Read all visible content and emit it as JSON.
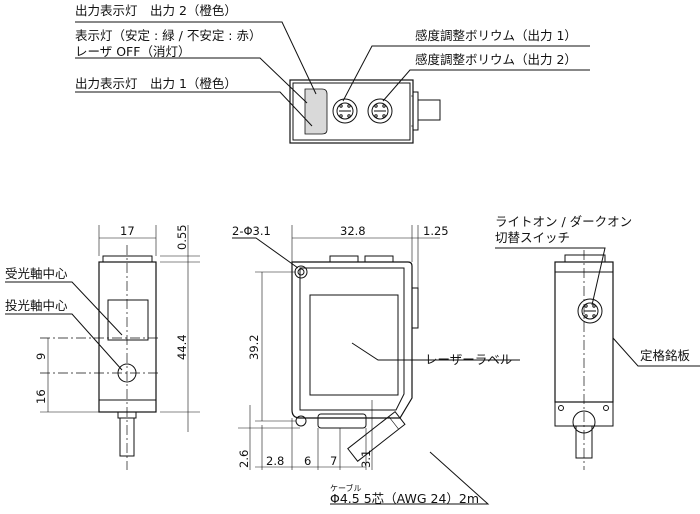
{
  "top_labels": {
    "output_indicator_2": "出力表示灯　出力 2（橙色）",
    "indicator_line1": "表示灯（安定 : 緑 / 不安定 : 赤）",
    "indicator_line2": "レーザ OFF（消灯）",
    "output_indicator_1": "出力表示灯　出力 1（橙色）",
    "sensitivity_1": "感度調整ボリウム（出力 1）",
    "sensitivity_2": "感度調整ボリウム（出力 2）"
  },
  "left_view": {
    "receiver_axis": "受光軸中心",
    "emitter_axis": "投光軸中心",
    "dim_width": "17",
    "dim_top": "0.55",
    "dim_height": "44.4",
    "dim_9": "9",
    "dim_16": "16"
  },
  "front_view": {
    "holes": "2-Φ3.1",
    "dim_width": "32.8",
    "dim_125": "1.25",
    "dim_392": "39.2",
    "laser_label": "レーザーラベル",
    "dim_26": "2.6",
    "dim_28": "2.8",
    "dim_6": "6",
    "dim_7": "7",
    "dim_31": "3.1",
    "cable_small": "ケーブル",
    "cable_spec": "Φ4.5  5芯（AWG 24）2m"
  },
  "right_view": {
    "switch_line1": "ライトオン / ダークオン",
    "switch_line2": "切替スイッチ",
    "nameplate": "定格銘板"
  }
}
